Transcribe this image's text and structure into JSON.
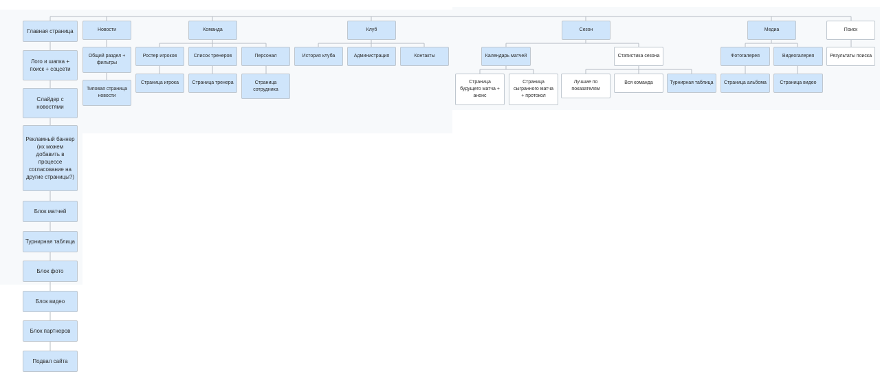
{
  "colors": {
    "node_blue": "#cfe5fb",
    "node_white": "#ffffff",
    "border": "#bfc7cf",
    "wire": "#b5bcc3",
    "backdrop": "#f7f9fb"
  },
  "home_column": {
    "items": [
      "Главная страница",
      "Лого и шапка + поиск + соцсети",
      "Слайдер с новостями",
      "Рекламный баннер (их можем добавить в процессе согласование на другие страницы?)",
      "Блок матчей",
      "Турнирная таблица",
      "Блок фото",
      "Блок видео",
      "Блок партнеров",
      "Подвал сайта"
    ]
  },
  "sections": {
    "news": {
      "title": "Новости",
      "children": [
        "Общий раздел + фильтры",
        "Типовая страница новости"
      ]
    },
    "team": {
      "title": "Команда",
      "groups": [
        {
          "title": "Ростер игроков",
          "child": "Страница игрока"
        },
        {
          "title": "Список тренеров",
          "child": "Страница тренера"
        },
        {
          "title": "Персонал",
          "child": "Страница сотрудника"
        }
      ]
    },
    "club": {
      "title": "Клуб",
      "children": [
        "История клуба",
        "Администрация",
        "Контакты"
      ]
    },
    "season": {
      "title": "Сезон",
      "calendar": {
        "title": "Календарь матчей",
        "children": [
          "Страница будущего матча + анонс",
          "Страница сыгранного матча + протокол"
        ]
      },
      "stats": {
        "title": "Статистика сезона",
        "children": [
          "Лучшие по показателям",
          "Вся команда",
          "Турнирная таблица"
        ]
      }
    },
    "media": {
      "title": "Медиа",
      "photo": {
        "title": "Фотогалерея",
        "child": "Страница альбома"
      },
      "video": {
        "title": "Видеогалерея",
        "child": "Страница видео"
      }
    },
    "search": {
      "title": "Поиск",
      "child": "Результаты поиска"
    }
  }
}
